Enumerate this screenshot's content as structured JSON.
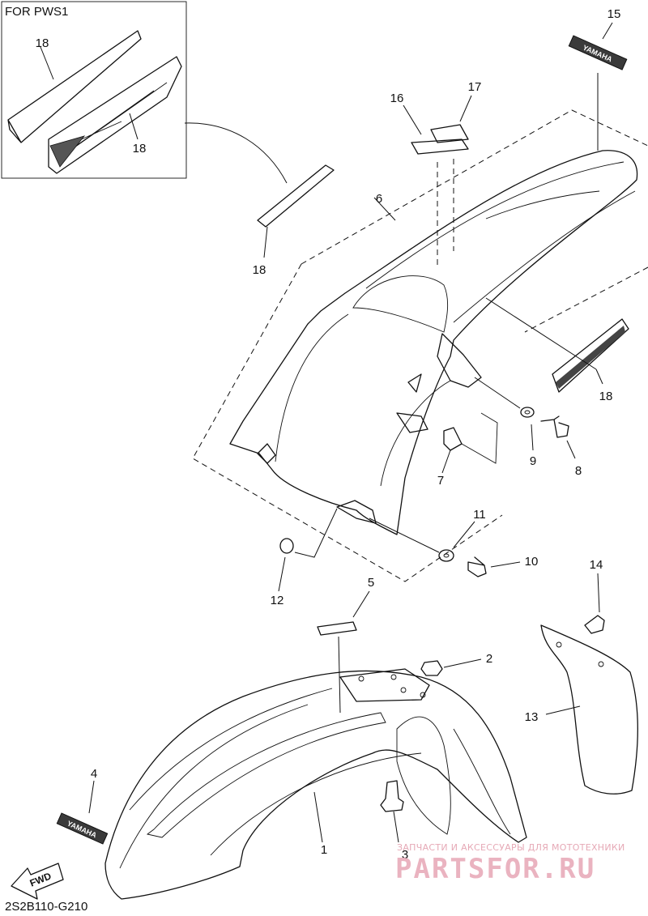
{
  "inset": {
    "title": "FOR PWS1"
  },
  "drawing_code": "2S2B110-G210",
  "decals": {
    "yamaha_front": "YAMAHA",
    "yamaha_rear": "YAMAHA"
  },
  "fwd_arrow": "FWD",
  "watermark": {
    "tagline": "ЗАПЧАСТИ И АКСЕССУАРЫ ДЛЯ МОТОТЕХНИКИ",
    "brand": "PARTSFOR.RU"
  },
  "callouts": [
    {
      "id": "c1",
      "text": "1"
    },
    {
      "id": "c2",
      "text": "2"
    },
    {
      "id": "c3",
      "text": "3"
    },
    {
      "id": "c4",
      "text": "4"
    },
    {
      "id": "c5",
      "text": "5"
    },
    {
      "id": "c6",
      "text": "6"
    },
    {
      "id": "c7",
      "text": "7"
    },
    {
      "id": "c8",
      "text": "8"
    },
    {
      "id": "c9",
      "text": "9"
    },
    {
      "id": "c10",
      "text": "10"
    },
    {
      "id": "c11",
      "text": "11"
    },
    {
      "id": "c12",
      "text": "12"
    },
    {
      "id": "c13",
      "text": "13"
    },
    {
      "id": "c14",
      "text": "14"
    },
    {
      "id": "c15",
      "text": "15"
    },
    {
      "id": "c16",
      "text": "16"
    },
    {
      "id": "c17",
      "text": "17"
    },
    {
      "id": "c18a",
      "text": "18"
    },
    {
      "id": "c18b",
      "text": "18"
    },
    {
      "id": "c18c",
      "text": "18"
    },
    {
      "id": "c18d",
      "text": "18"
    }
  ]
}
